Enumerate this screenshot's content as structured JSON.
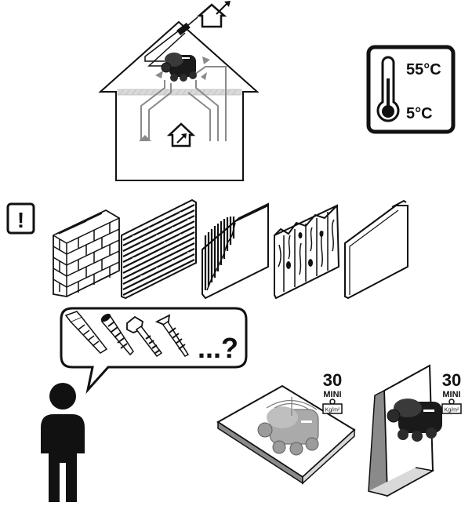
{
  "temperature": {
    "max": "55°C",
    "min": "5°C"
  },
  "warning": {
    "symbol": "!"
  },
  "speech": {
    "question": "...?"
  },
  "weight_badge_left": {
    "number": "30",
    "label": "MINI",
    "unit": "Kg/m²"
  },
  "weight_badge_right": {
    "number": "30",
    "label": "MINI",
    "unit": "Kg/m²"
  },
  "icons": [
    "house-diagram",
    "ventilation-unit-icon",
    "outdoor-house-icon",
    "indoor-house-icon",
    "thermometer-icon",
    "warning-icon",
    "brick-wall-icon",
    "thin-brick-wall-icon",
    "plaster-panel-icon",
    "wood-panel-icon",
    "board-panel-icon",
    "anchor-plug-icon",
    "screw-icon",
    "bolt-icon",
    "wood-screw-icon",
    "person-icon",
    "weight-icon"
  ],
  "colors": {
    "ink": "#111111",
    "gray": "#8a8a8a",
    "light_gray": "#d9d9d9",
    "white": "#ffffff"
  }
}
